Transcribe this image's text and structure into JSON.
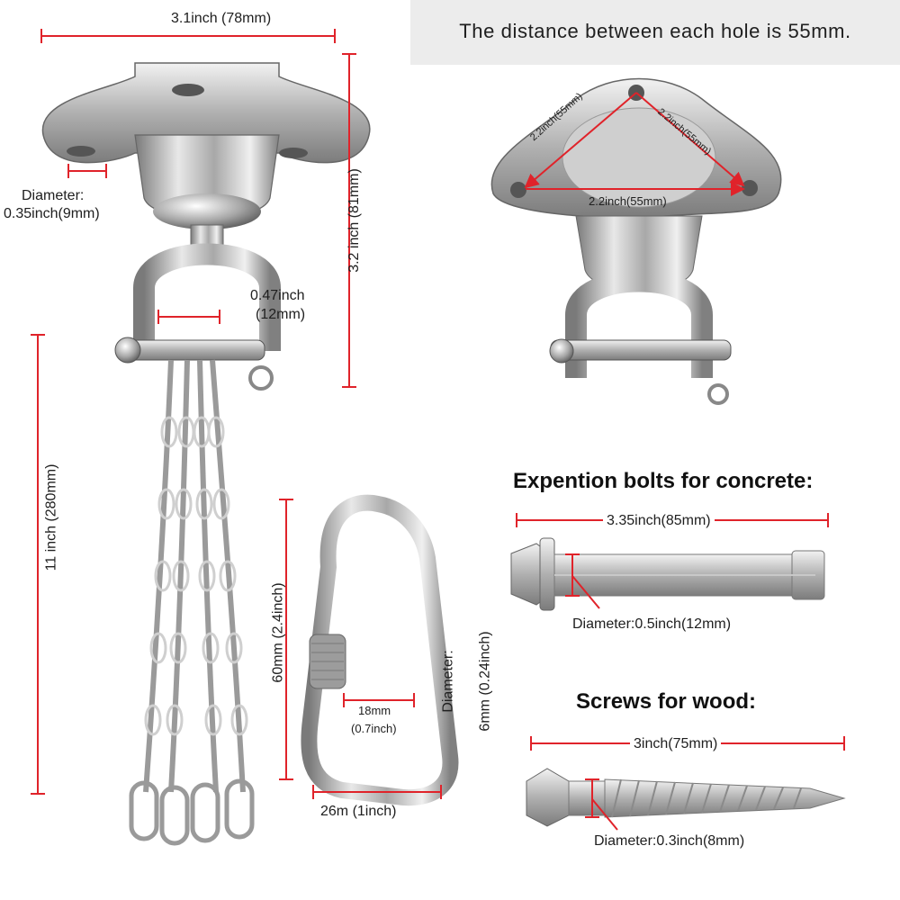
{
  "banner": {
    "text": "The distance between each hole is 55mm."
  },
  "labels": {
    "swivel_width": "3.1inch (78mm)",
    "swivel_height": "3.2 inch (81mm)",
    "hole_diameter_label": "Diameter:",
    "hole_diameter_value": "0.35inch(9mm)",
    "shackle_gap_line1": "0.47inch",
    "shackle_gap_line2": "(12mm)",
    "chain_length": "11 inch (280mm)",
    "hole_left": "2.2inch(55mm)",
    "hole_right": "2.2inch(55mm)",
    "hole_bottom": "2.2inch(55mm)",
    "carabiner_height": "60mm (2.4inch)",
    "carabiner_inner_line1": "18mm",
    "carabiner_inner_line2": "(0.7inch)",
    "carabiner_width": "26m (1inch)",
    "carabiner_wire_line1": "Diameter:",
    "carabiner_wire_line2": "6mm (0.24inch)",
    "concrete_heading": "Expention bolts for concrete:",
    "concrete_length": "3.35inch(85mm)",
    "concrete_diameter": "Diameter:0.5inch(12mm)",
    "wood_heading": "Screws for wood:",
    "wood_length": "3inch(75mm)",
    "wood_diameter": "Diameter:0.3inch(8mm)"
  },
  "colors": {
    "dimension_red": "#e0232a",
    "metal_light": "#e6e6e6",
    "metal_mid": "#b4b4b4",
    "metal_dark": "#6e6e6e",
    "banner_bg": "#ececec"
  }
}
